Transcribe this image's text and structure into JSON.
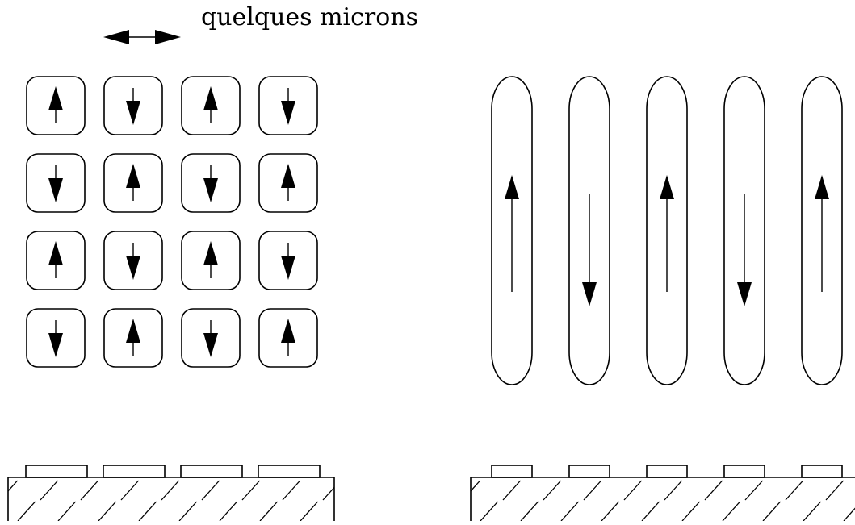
{
  "scale_label": "quelques microns",
  "square_array": {
    "rows": 4,
    "cols": 4,
    "directions": [
      [
        "up",
        "down",
        "up",
        "down"
      ],
      [
        "down",
        "up",
        "down",
        "up"
      ],
      [
        "up",
        "down",
        "up",
        "down"
      ],
      [
        "down",
        "up",
        "down",
        "up"
      ]
    ]
  },
  "stripe_array": {
    "count": 5,
    "directions": [
      "up",
      "down",
      "up",
      "down",
      "up"
    ]
  },
  "cross_sections": {
    "left_pad_count": 4,
    "right_pad_count": 5
  },
  "icons": {
    "scale_arrow": "double-headed-arrow-icon",
    "magnetization_arrow": "arrow-icon"
  }
}
